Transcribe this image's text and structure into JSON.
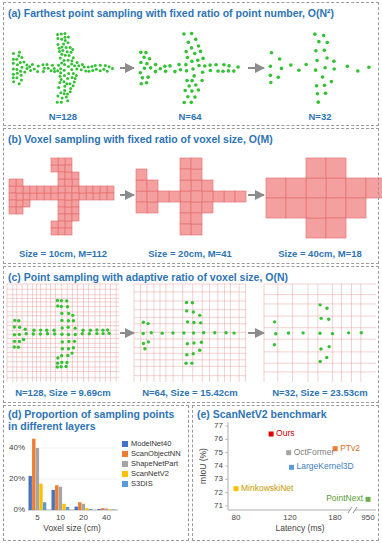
{
  "diagram": {
    "nodes": [
      {
        "text": [
          "(a) Farthest point sampling with fixed ratio of point number, O(N²)"
        ]
      },
      {
        "text": [
          "(b) Voxel sampling with fixed ratio of voxel size, O(M)"
        ]
      },
      {
        "text": [
          "(c) Point sampling with adaptive ratio of voxel size, O(N)"
        ]
      },
      {
        "text": [
          "(d) Proportion of sampling points in different layers"
        ]
      },
      {
        "text": [
          "(e) ScanNetV2 benchmark"
        ]
      }
    ],
    "labels": [
      "N=128",
      "N=64",
      "N=32",
      "Size = 10cm, M=112",
      "Size = 20cm, M=41",
      "Size = 40cm, M=18",
      "N=128, Size = 9.69cm",
      "N=64, Size = 15.42cm",
      "N=32, Size = 23.53cm",
      "40%",
      "20%",
      "0%",
      "5",
      "10",
      "20",
      "40",
      "Voxel size (cm)",
      "77",
      "76",
      "75",
      "74",
      "73",
      "72",
      "71",
      "mIoU (%)",
      "80",
      "120",
      "180",
      "950",
      "Latency (ms)",
      "Ours",
      "OctFormer",
      "PTv2",
      "LargeKernel3D",
      "MinkowskiNet",
      "PointNext"
    ],
    "legend": [
      {
        "text": "ModelNet40",
        "color": "#4472c4"
      },
      {
        "text": "ScanObjectNN",
        "color": "#ed7d31"
      },
      {
        "text": "ShapeNetPart",
        "color": "#a5a5a5"
      },
      {
        "text": "ScanNetV2",
        "color": "#ffc000"
      },
      {
        "text": "S3DIS",
        "color": "#5b9bd5"
      }
    ]
  }
}
